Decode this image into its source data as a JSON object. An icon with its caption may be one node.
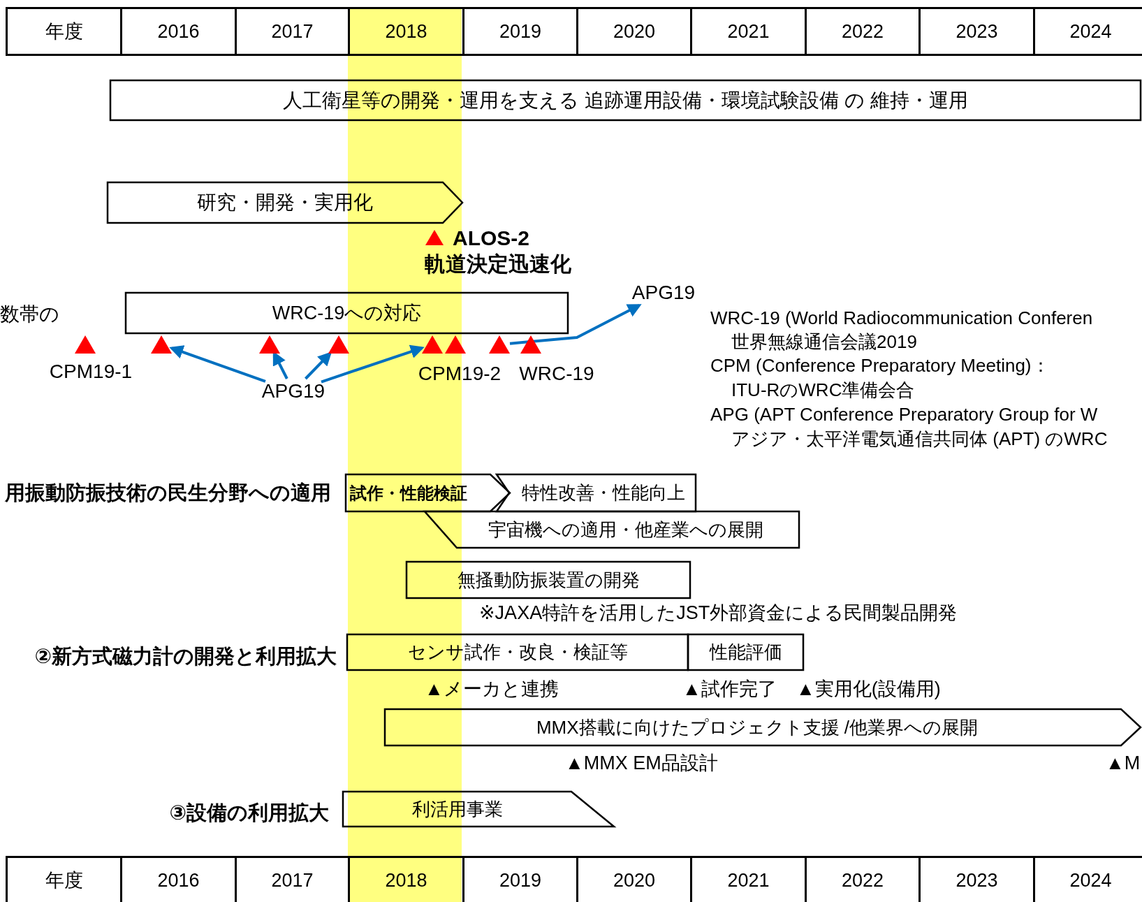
{
  "diagram": {
    "nodes": [
      {
        "text": [
          "人工衛星等の開発・運用を支える 追跡運用設備・環境試験設備 の 維持・運用"
        ]
      },
      {
        "text": [
          "研究・開発・実用化"
        ]
      },
      {
        "text": [
          "WRC-19への対応"
        ]
      },
      {
        "text": [],
        "shape": "triangle"
      },
      {
        "text": [],
        "shape": "triangle"
      },
      {
        "text": [],
        "shape": "triangle"
      },
      {
        "text": [],
        "shape": "triangle"
      },
      {
        "text": [],
        "shape": "triangle"
      },
      {
        "text": [],
        "shape": "triangle"
      },
      {
        "text": [],
        "shape": "triangle"
      },
      {
        "text": [],
        "shape": "triangle"
      },
      {
        "text": [
          "APG19"
        ]
      },
      {
        "text": [
          "APG19"
        ]
      },
      {
        "text": [
          "試作・性能検証"
        ]
      },
      {
        "text": [
          "特性改善・性能向上"
        ]
      },
      {
        "text": [
          "宇宙機への適用・他産業への展開"
        ]
      },
      {
        "text": [
          "無搔動防振装置の開発"
        ]
      },
      {
        "text": [
          "センサ試作・改良・検証等"
        ]
      },
      {
        "text": [
          "性能評価"
        ]
      },
      {
        "text": [
          "MMX搭載に向けたプロジェクト支援 /他業界への展開"
        ]
      },
      {
        "text": [
          "利活用事業"
        ]
      }
    ],
    "edges": [
      {
        "from": 11,
        "to": 4,
        "arrow": "to"
      },
      {
        "from": 11,
        "to": 5,
        "arrow": "to"
      },
      {
        "from": 11,
        "to": 6,
        "arrow": "to"
      },
      {
        "from": 11,
        "to": 7,
        "arrow": "to"
      },
      {
        "from": 9,
        "to": 12,
        "arrow": "to"
      }
    ],
    "labels": [
      "年度",
      "2016",
      "2017",
      "2018",
      "2019",
      "2020",
      "2021",
      "2022",
      "2023",
      "2024",
      "ALOS-2",
      "軌道決定迅速化",
      "数帯の",
      "CPM19-1",
      "CPM19-2",
      "WRC-19",
      "WRC-19 (World Radiocommunication Conferen",
      "世界無線通信会議2019",
      "CPM (Conference Preparatory Meeting)：",
      "ITU-RのWRC準備会合",
      "APG (APT Conference Preparatory Group for W",
      "アジア・太平洋電気通信共同体 (APT) のWRC",
      "用振動防振技術の民生分野への適用",
      "※JAXA特許を活用したJST外部資金による民間製品開発",
      "②新方式磁力計の開発と利用拡大",
      "▲メーカと連携",
      "▲試作完了",
      "▲実用化(設備用)",
      "▲MMX EM品設計",
      "▲M",
      "③設備の利用拡大",
      "年度",
      "2016",
      "2017",
      "2018",
      "2019",
      "2020",
      "2021",
      "2022",
      "2023",
      "2024"
    ]
  }
}
